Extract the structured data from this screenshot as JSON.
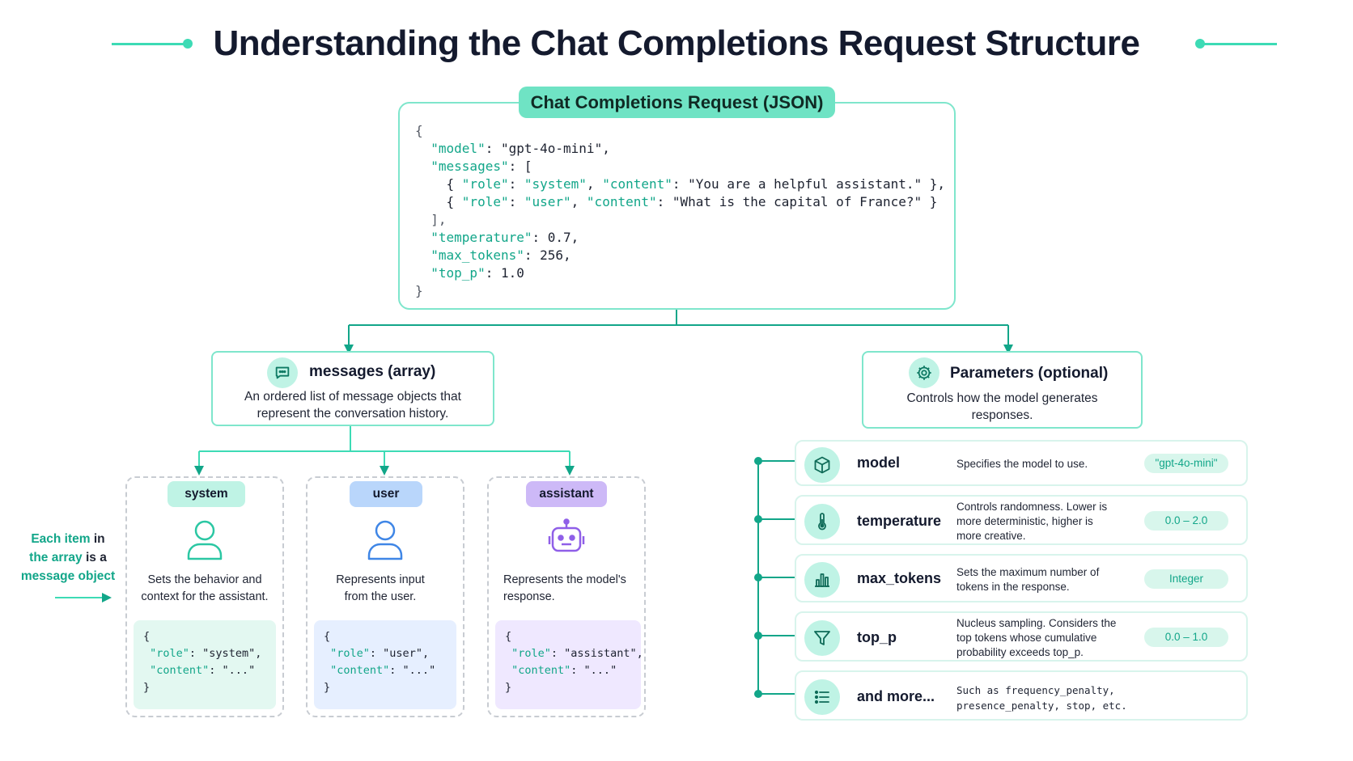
{
  "title": "Understanding the Chat Completions Request Structure",
  "request": {
    "label": "Chat Completions Request (JSON)",
    "code": {
      "open": "{",
      "model_key": "\"model\"",
      "model_val": ": \"gpt-4o-mini\",",
      "messages_key": "\"messages\"",
      "messages_open": ": [",
      "m1_a": "{ ",
      "m1_role_k": "\"role\"",
      "m1_role_v": ": ",
      "m1_role_s": "\"system\"",
      "m1_sep": ", ",
      "m1_content_k": "\"content\"",
      "m1_content_v": ": \"You are a helpful assistant.\" },",
      "m2_a": "{ ",
      "m2_role_k": "\"role\"",
      "m2_role_v": ": ",
      "m2_role_s": "\"user\"",
      "m2_sep": ", ",
      "m2_content_k": "\"content\"",
      "m2_content_v": ": \"What is the capital of France?\" }",
      "messages_close": "],",
      "temperature_key": "\"temperature\"",
      "temperature_val": ": 0.7,",
      "max_tokens_key": "\"max_tokens\"",
      "max_tokens_val": ": 256,",
      "top_p_key": "\"top_p\"",
      "top_p_val": ": 1.0",
      "close": "}"
    }
  },
  "messages_section": {
    "title": "messages (array)",
    "desc_line1": "An ordered list of message objects that",
    "desc_line2": "represent the conversation history.",
    "icon": "chat-bubble-icon"
  },
  "params_section": {
    "title": "Parameters (optional)",
    "desc_line1": "Controls how the model generates",
    "desc_line2": "responses.",
    "icon": "gear-icon"
  },
  "note": {
    "line1_green": "Each item",
    "line1_dark": " in",
    "line2_green": "the array",
    "line2_dark": " is a",
    "line3_green": "message object"
  },
  "cards": [
    {
      "label": "system",
      "icon": "user-icon",
      "desc_line1": "Sets the behavior and",
      "desc_line2": "context for the assistant.",
      "snip_open": "{",
      "snip_role_k": "\"role\"",
      "snip_role_v": ": \"system\",",
      "snip_content_k": "\"content\"",
      "snip_content_v": ": \"...\"",
      "snip_close": "}"
    },
    {
      "label": "user",
      "icon": "user-icon",
      "desc_line1": "Represents input",
      "desc_line2": "from the user.",
      "snip_open": "{",
      "snip_role_k": "\"role\"",
      "snip_role_v": ": \"user\",",
      "snip_content_k": "\"content\"",
      "snip_content_v": ": \"...\"",
      "snip_close": "}"
    },
    {
      "label": "assistant",
      "icon": "robot-icon",
      "desc_line1": "Represents the model's",
      "desc_line2": "response.",
      "snip_open": "{",
      "snip_role_k": "\"role\"",
      "snip_role_v": ": \"assistant\",",
      "snip_content_k": "\"content\"",
      "snip_content_v": ": \"...\"",
      "snip_close": "}"
    }
  ],
  "params": [
    {
      "name": "model",
      "icon": "cube-icon",
      "desc": [
        "Specifies the model to use."
      ],
      "value": "\"gpt-4o-mini\""
    },
    {
      "name": "temperature",
      "icon": "thermometer-icon",
      "desc": [
        "Controls randomness. Lower is",
        "more deterministic, higher is",
        "more creative."
      ],
      "value": "0.0 – 2.0"
    },
    {
      "name": "max_tokens",
      "icon": "bar-chart-icon",
      "desc": [
        "Sets the maximum number of",
        "tokens in the response."
      ],
      "value": "Integer"
    },
    {
      "name": "top_p",
      "icon": "funnel-icon",
      "desc": [
        "Nucleus sampling. Considers the",
        "top tokens whose cumulative",
        "probability exceeds top_p."
      ],
      "value": "0.0 – 1.0"
    },
    {
      "name": "and more...",
      "icon": "list-icon",
      "desc_mono_1": "Such as frequency_penalty,",
      "desc_mono_2": "presence_penalty, stop, etc."
    }
  ],
  "colors": {
    "accent": "#3ddbb5",
    "accent_dark": "#12a689",
    "system_pill": "#bff3e5",
    "user_pill": "#b9d6fb",
    "assistant_pill": "#cdb9f7",
    "system_snip": "#e3f8f1",
    "user_snip": "#e6efff",
    "assistant_snip": "#efe8ff"
  }
}
